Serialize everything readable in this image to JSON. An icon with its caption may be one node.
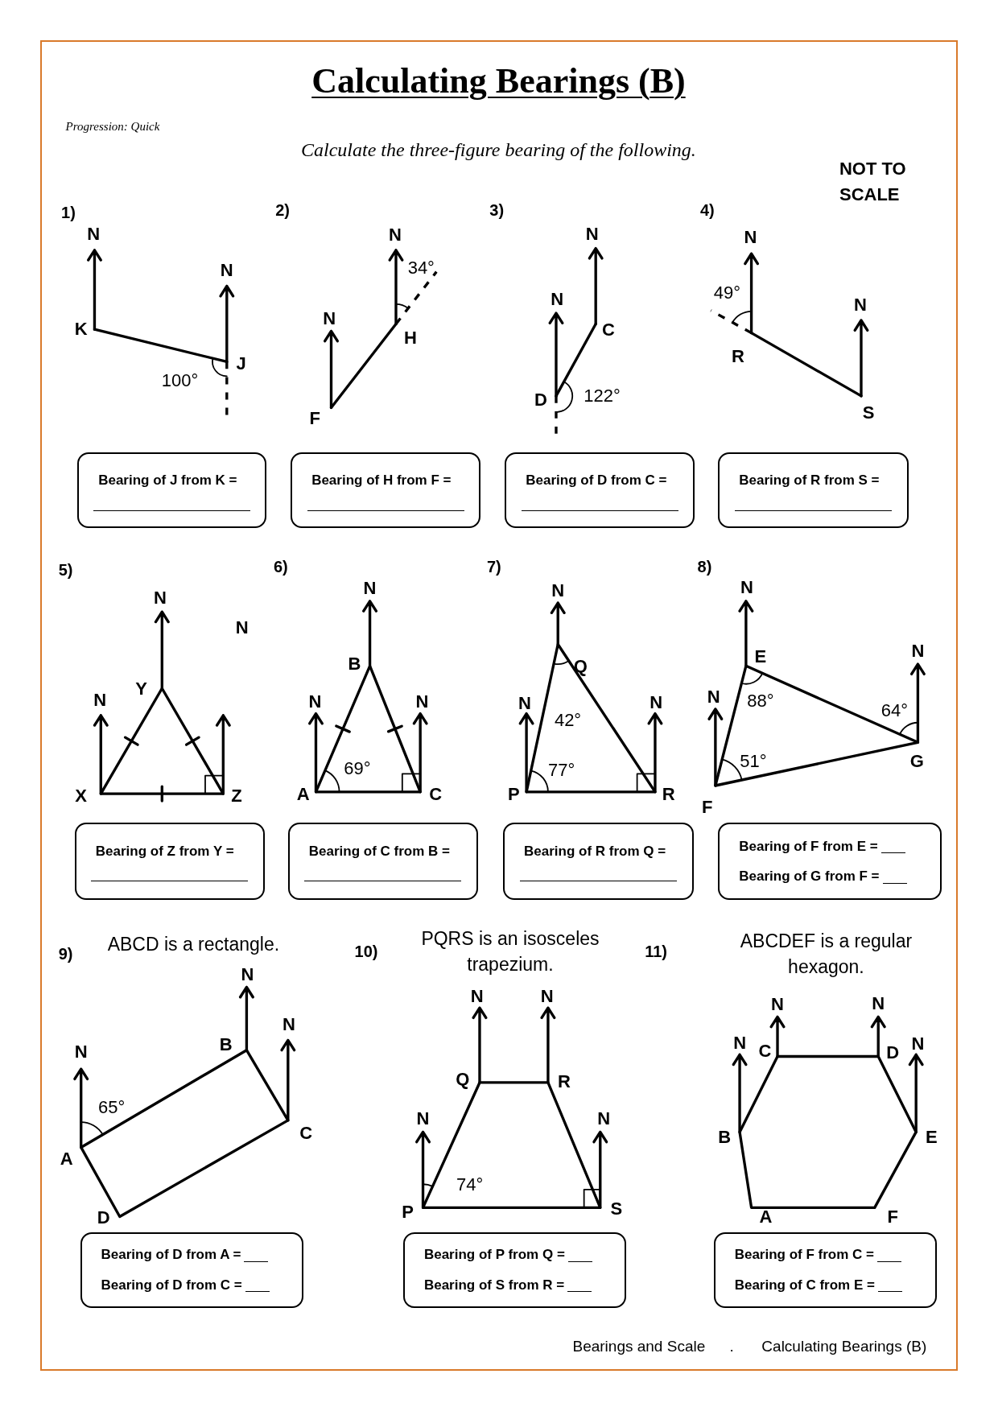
{
  "diagram": {
    "title": "Calculating Bearings (B)",
    "nodes": [
      {
        "text": [
          "Bearing of J from K ="
        ]
      },
      {
        "text": [
          "Bearing of H from F ="
        ]
      },
      {
        "text": [
          "Bearing of D from C ="
        ]
      },
      {
        "text": [
          "Bearing of R from S ="
        ]
      },
      {
        "text": [
          "Bearing of Z from Y ="
        ]
      },
      {
        "text": [
          "Bearing of C from B ="
        ]
      },
      {
        "text": [
          "Bearing of R from Q ="
        ]
      },
      {
        "text": [
          "Bearing of F from E =",
          "Bearing of G from F ="
        ]
      },
      {
        "text": [
          "Bearing of D from A =",
          "Bearing of D from C ="
        ]
      },
      {
        "text": [
          "Bearing of P from Q =",
          "Bearing of S from R ="
        ]
      },
      {
        "text": [
          "Bearing of F from C =",
          "Bearing of C from E ="
        ]
      }
    ],
    "labels": [
      "Progression: Quick",
      "Calculate the three-figure bearing of the following.",
      "NOT TO SCALE",
      "1)",
      "N",
      "N",
      "K",
      "J",
      "100°",
      "2)",
      "N",
      "34°",
      "N",
      "H",
      "F",
      "3)",
      "N",
      "N",
      "C",
      "D",
      "122°",
      "4)",
      "N",
      "49°",
      "N",
      "R",
      "S",
      "5)",
      "N",
      "N",
      "Y",
      "N",
      "X",
      "Z",
      "6)",
      "N",
      "B",
      "N",
      "N",
      "69°",
      "A",
      "C",
      "7)",
      "N",
      "Q",
      "N",
      "N",
      "42°",
      "77°",
      "P",
      "R",
      "8)",
      "N",
      "E",
      "N",
      "N",
      "88°",
      "64°",
      "51°",
      "G",
      "F",
      "9)",
      "ABCD is a rectangle.",
      "N",
      "N",
      "B",
      "N",
      "65°",
      "C",
      "A",
      "D",
      "10)",
      "PQRS is an isosceles trapezium.",
      "N",
      "N",
      "Q",
      "R",
      "N",
      "N",
      "74°",
      "P",
      "S",
      "11)",
      "ABCDEF is a regular hexagon.",
      "N",
      "N",
      "N",
      "C",
      "D",
      "N",
      "B",
      "E",
      "A",
      "F",
      "Bearings and Scale",
      ".",
      "Calculating Bearings (B)"
    ]
  }
}
